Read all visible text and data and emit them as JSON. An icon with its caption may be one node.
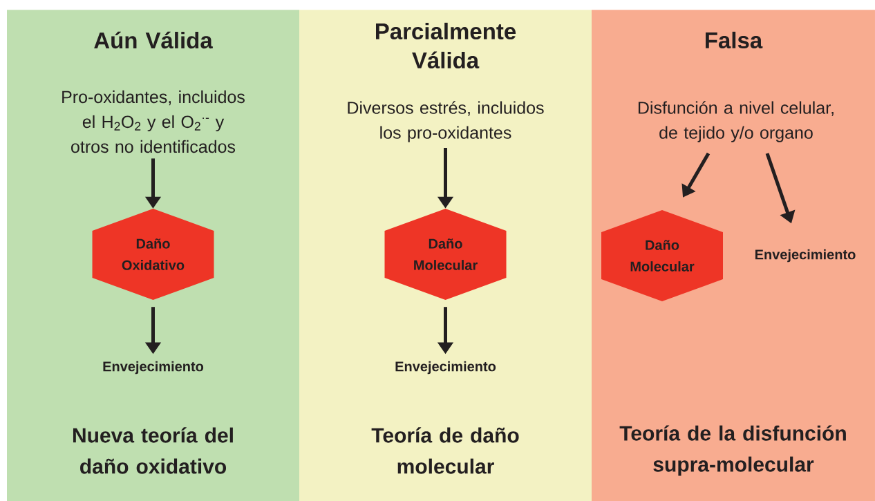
{
  "diagram": {
    "nodes": [
      {
        "text": [
          "Aún Válida",
          "Nueva teoría del daño oxidativo"
        ]
      },
      {
        "text": [
          "Pro-oxidantes, incluidos el H$_{2}$O$_{2}$ y el O$_{2}$$^{·-}$ y otros no identificados"
        ],
        "in": 0
      },
      {
        "text": [
          "Daño Oxidativo"
        ],
        "in": 0
      },
      {
        "text": [
          "Envejecimiento"
        ],
        "in": 0
      },
      {
        "text": [
          "Parcialmente Válida",
          "Teoría de daño molecular"
        ]
      },
      {
        "text": [
          "Diversos estrés, incluidos los pro-oxidantes"
        ],
        "in": 4
      },
      {
        "text": [
          "Daño Molecular"
        ],
        "in": 4
      },
      {
        "text": [
          "Envejecimiento"
        ],
        "in": 4
      },
      {
        "text": [
          "Falsa",
          "Teoría de la disfunción supra-molecular"
        ]
      },
      {
        "text": [
          "Disfunción a nivel celular, de tejido y/o organo"
        ],
        "in": 8
      },
      {
        "text": [
          "Daño Molecular"
        ],
        "in": 8
      },
      {
        "text": [
          "Envejecimiento"
        ],
        "in": 8
      }
    ],
    "edges": [
      {
        "from": 1,
        "to": 2,
        "arrow": "to"
      },
      {
        "from": 2,
        "to": 3,
        "arrow": "to"
      },
      {
        "from": 5,
        "to": 6,
        "arrow": "to"
      },
      {
        "from": 6,
        "to": 7,
        "arrow": "to"
      },
      {
        "from": 9,
        "to": 10,
        "arrow": "to"
      },
      {
        "from": 9,
        "to": 11,
        "arrow": "to"
      }
    ]
  }
}
